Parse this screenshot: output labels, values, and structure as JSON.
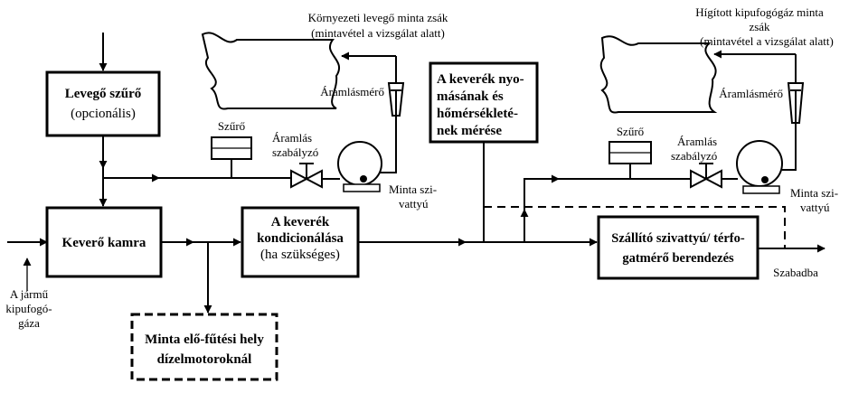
{
  "boxes": {
    "air_filter": {
      "line1": "Levegő szűrő",
      "line2": "(opcionális)"
    },
    "mixing_chamber": {
      "label": "Keverő kamra"
    },
    "conditioning": {
      "line1": "A keverék",
      "line2": "kondicionálása",
      "line3": "(ha szükséges)"
    },
    "pressure_temp": {
      "line1": "A keverék nyo-",
      "line2": "másának és",
      "line3": "hőmérsékleté-",
      "line4": "nek mérése"
    },
    "transfer_pump": {
      "line1": "Szállító szivattyú/ térfo-",
      "line2": "gatmérő berendezés"
    },
    "preheat": {
      "line1": "Minta elő-fűtési hely",
      "line2": "dízelmotoroknál"
    }
  },
  "labels": {
    "ambient_bag": {
      "line1": "Környezeti levegő minta zsák",
      "line2": "(mintavétel a vizsgálat alatt)"
    },
    "diluted_bag": {
      "line1": "Hígított kipufogógáz minta",
      "line2": "zsák",
      "line3": "(mintavétel a vizsgálat alatt)"
    },
    "flowmeter_left": "Áramlásmérő",
    "flowmeter_right": "Áramlásmérő",
    "filter_left": "Szűrő",
    "filter_right": "Szűrő",
    "flow_regulator_left": {
      "line1": "Áramlás",
      "line2": "szabályzó"
    },
    "flow_regulator_right": {
      "line1": "Áramlás",
      "line2": "szabályzó"
    },
    "sample_pump_left": {
      "line1": "Minta szi-",
      "line2": "vattyú"
    },
    "sample_pump_right": {
      "line1": "Minta szi-",
      "line2": "vattyú"
    },
    "vehicle_exhaust": {
      "line1": "A jármű",
      "line2": "kipufogó-",
      "line3": "gáza"
    },
    "exhaust_out": "Szabadba"
  }
}
